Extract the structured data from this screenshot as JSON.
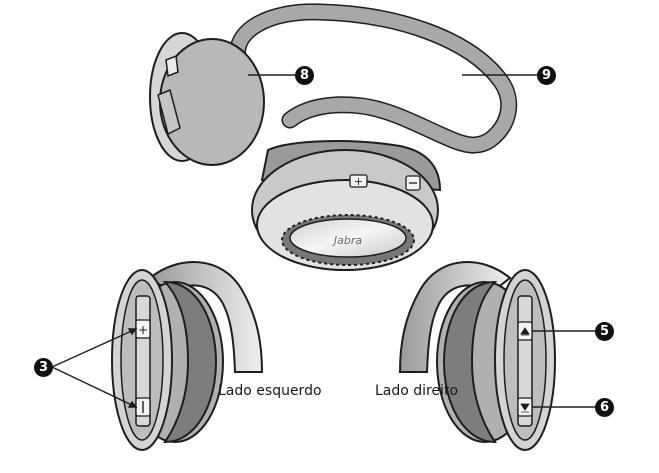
{
  "brand_label": "Jabra",
  "captions": {
    "left_side": "Lado esquerdo",
    "right_side": "Lado direito"
  },
  "callouts": {
    "c3": "3",
    "c5": "5",
    "c6": "6",
    "c8": "8",
    "c9": "9"
  },
  "buttons": {
    "plus": "+",
    "minus": "−"
  },
  "icons": {
    "volume_up": "plus-icon",
    "volume_down": "minus-icon",
    "track_forward": "forward-icon",
    "track_back": "back-icon"
  },
  "colors": {
    "cushion": "#b5b5b5",
    "cushion_dark": "#8e8e8e",
    "housing": "#d9d9d9",
    "outline": "#1e1e1e",
    "band": "#a8a8a8",
    "callout": "#111111"
  }
}
